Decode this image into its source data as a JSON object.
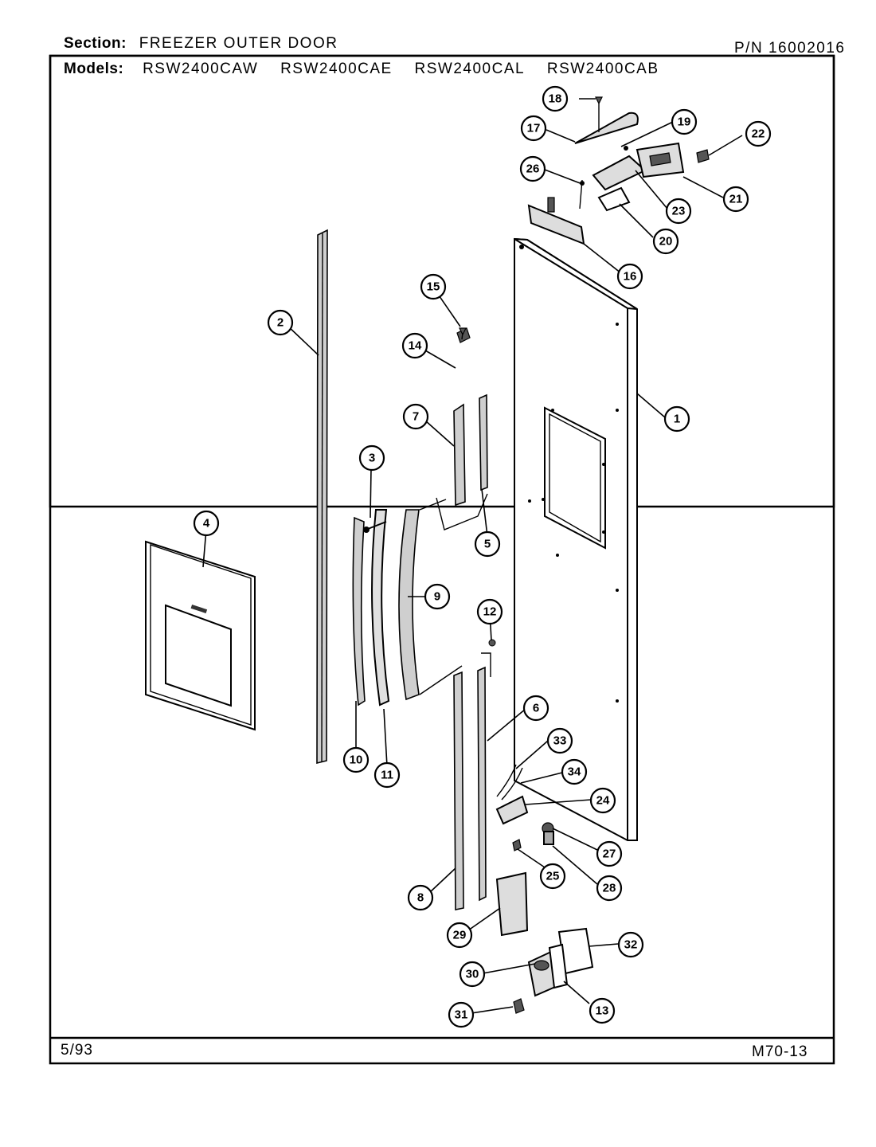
{
  "header": {
    "section_label": "Section:",
    "section_value": "FREEZER OUTER DOOR",
    "part_number": "P/N 16002016",
    "models_label": "Models:",
    "models": [
      "RSW2400CAW",
      "RSW2400CAE",
      "RSW2400CAL",
      "RSW2400CAB"
    ]
  },
  "footer": {
    "date": "5/93",
    "page_code": "M70-13"
  },
  "callouts": [
    {
      "id": "1",
      "label": "1"
    },
    {
      "id": "2",
      "label": "2"
    },
    {
      "id": "3",
      "label": "3"
    },
    {
      "id": "4",
      "label": "4"
    },
    {
      "id": "5",
      "label": "5"
    },
    {
      "id": "6",
      "label": "6"
    },
    {
      "id": "7",
      "label": "7"
    },
    {
      "id": "8",
      "label": "8"
    },
    {
      "id": "9",
      "label": "9"
    },
    {
      "id": "10",
      "label": "10"
    },
    {
      "id": "11",
      "label": "11"
    },
    {
      "id": "12",
      "label": "12"
    },
    {
      "id": "13",
      "label": "13"
    },
    {
      "id": "14",
      "label": "14"
    },
    {
      "id": "15",
      "label": "15"
    },
    {
      "id": "16",
      "label": "16"
    },
    {
      "id": "17",
      "label": "17"
    },
    {
      "id": "18",
      "label": "18"
    },
    {
      "id": "19",
      "label": "19"
    },
    {
      "id": "20",
      "label": "20"
    },
    {
      "id": "21",
      "label": "21"
    },
    {
      "id": "22",
      "label": "22"
    },
    {
      "id": "23",
      "label": "23"
    },
    {
      "id": "24",
      "label": "24"
    },
    {
      "id": "25",
      "label": "25"
    },
    {
      "id": "26",
      "label": "26"
    },
    {
      "id": "27",
      "label": "27"
    },
    {
      "id": "28",
      "label": "28"
    },
    {
      "id": "29",
      "label": "29"
    },
    {
      "id": "30",
      "label": "30"
    },
    {
      "id": "31",
      "label": "31"
    },
    {
      "id": "32",
      "label": "32"
    },
    {
      "id": "33",
      "label": "33"
    },
    {
      "id": "34",
      "label": "34"
    }
  ]
}
